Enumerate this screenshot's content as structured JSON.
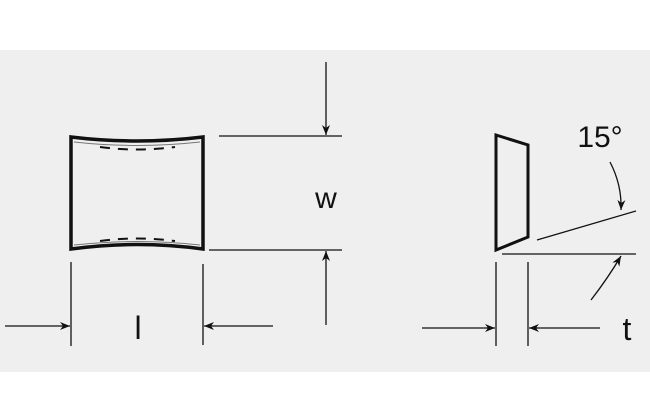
{
  "labels": {
    "width": "w",
    "length": "l",
    "thickness": "t",
    "angle": "15°"
  },
  "colors": {
    "background": "#efefef",
    "ink": "#111111"
  }
}
